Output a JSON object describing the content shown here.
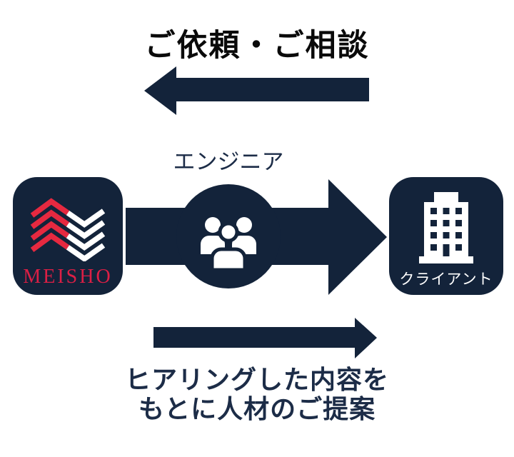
{
  "flows": {
    "request": {
      "label": "ご依頼・ご相談",
      "direction": "left",
      "from": "クライアント",
      "to": "MEISHO"
    },
    "proposal": {
      "label_line1": "ヒアリングした内容を",
      "label_line2": "もとに人材のご提案",
      "direction": "right",
      "from": "MEISHO",
      "to": "クライアント"
    }
  },
  "middle": {
    "engineer_label": "エンジニア",
    "meisho": {
      "brand": "MEISHO"
    },
    "client": {
      "label": "クライアント"
    }
  },
  "icons": {
    "meisho_logo": "meisho-chevrons-icon",
    "engineer_group": "engineers-group-icon",
    "client_building": "building-icon"
  },
  "colors": {
    "navy": "#13233A",
    "text_navy": "#1C2C47",
    "title_black": "#0A0A0A",
    "chevron_red": "#E62940",
    "brand_red": "#DB1F45",
    "white": "#FFFFFF",
    "background": "#FFFFFF"
  }
}
